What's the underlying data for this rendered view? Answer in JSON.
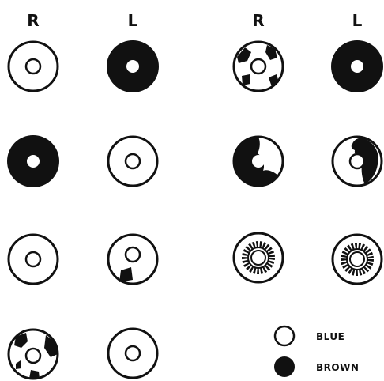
{
  "headers": {
    "left_pair": [
      "R",
      "L"
    ],
    "right_pair": [
      "R",
      "L"
    ]
  },
  "legend": {
    "blue_label": "BLUE",
    "brown_label": "BROWN"
  },
  "colors": {
    "ink": "#111111",
    "paper": "#ffffff"
  },
  "eyes": [
    {
      "group": "left",
      "row": 1,
      "side": "R",
      "pattern": "blue"
    },
    {
      "group": "left",
      "row": 1,
      "side": "L",
      "pattern": "brown"
    },
    {
      "group": "left",
      "row": 2,
      "side": "R",
      "pattern": "brown"
    },
    {
      "group": "left",
      "row": 2,
      "side": "L",
      "pattern": "blue"
    },
    {
      "group": "left",
      "row": 3,
      "side": "R",
      "pattern": "blue"
    },
    {
      "group": "left",
      "row": 3,
      "side": "L",
      "pattern": "blue-small-brown-sector"
    },
    {
      "group": "left",
      "row": 4,
      "side": "R",
      "pattern": "blue-with-brown-patches"
    },
    {
      "group": "left",
      "row": 4,
      "side": "L",
      "pattern": "blue"
    },
    {
      "group": "right",
      "row": 1,
      "side": "R",
      "pattern": "blue-with-brown-patches"
    },
    {
      "group": "right",
      "row": 1,
      "side": "L",
      "pattern": "brown"
    },
    {
      "group": "right",
      "row": 2,
      "side": "R",
      "pattern": "half-brown"
    },
    {
      "group": "right",
      "row": 2,
      "side": "L",
      "pattern": "blue-with-large-brown-sector"
    },
    {
      "group": "right",
      "row": 3,
      "side": "R",
      "pattern": "central-heterochromia"
    },
    {
      "group": "right",
      "row": 3,
      "side": "L",
      "pattern": "central-heterochromia"
    }
  ]
}
